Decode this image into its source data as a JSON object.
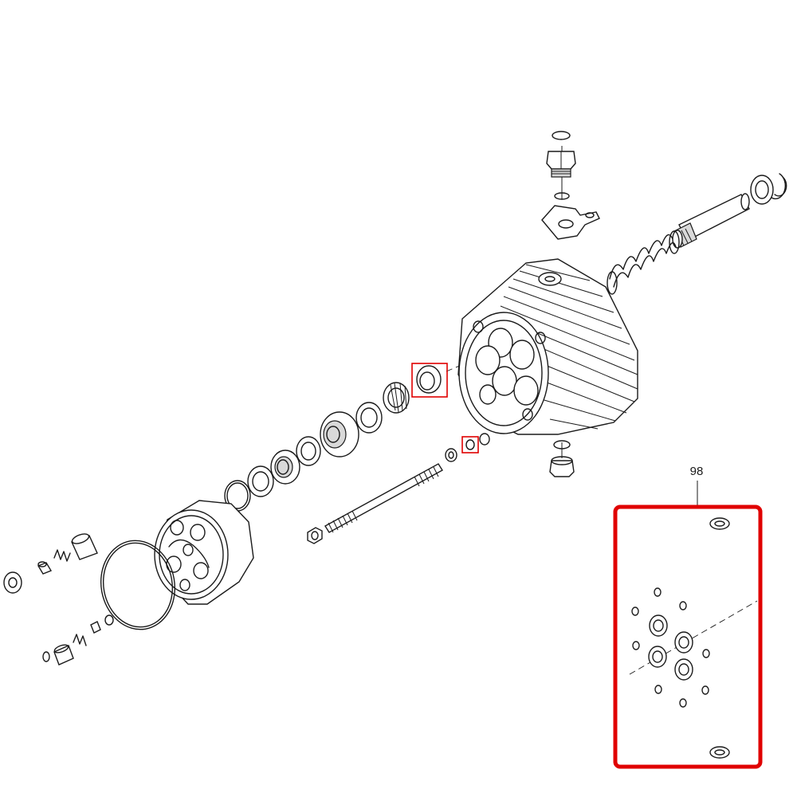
{
  "diagram": {
    "kit_callout_number": "98",
    "colors": {
      "line": "#1a1a1a",
      "highlight": "#e00000",
      "background": "#ffffff"
    },
    "parts": [
      "drain-plug-seal",
      "drain-plug",
      "bracket",
      "shaft-ring",
      "circlip",
      "splined-shaft",
      "spring",
      "pump-housing",
      "bearing-seal",
      "needle-bearing",
      "seal-ring",
      "bushing",
      "washer",
      "tie-rod",
      "nut",
      "o-ring",
      "valve-head",
      "large-o-ring",
      "valve-cap",
      "valve-spring",
      "valve-ball",
      "bottom-plug"
    ],
    "highlighted_parts": [
      "bearing-seal",
      "small-washer"
    ]
  }
}
